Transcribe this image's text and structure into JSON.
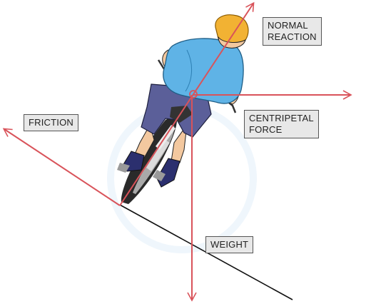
{
  "diagram": {
    "labels": {
      "normal_reaction": "NORMAL\nREACTION",
      "centripetal_force": "CENTRIPETAL\nFORCE",
      "friction": "FRICTION",
      "weight": "WEIGHT"
    },
    "colors": {
      "force_arrow": "#d9535a",
      "shirt": "#5fb3e6",
      "shorts": "#5b5f99",
      "helmet": "#f2b233",
      "skin": "#f3c89f",
      "shoe": "#2b2f6e",
      "road_line": "#111111",
      "label_fill": "#e8e8e8"
    }
  }
}
